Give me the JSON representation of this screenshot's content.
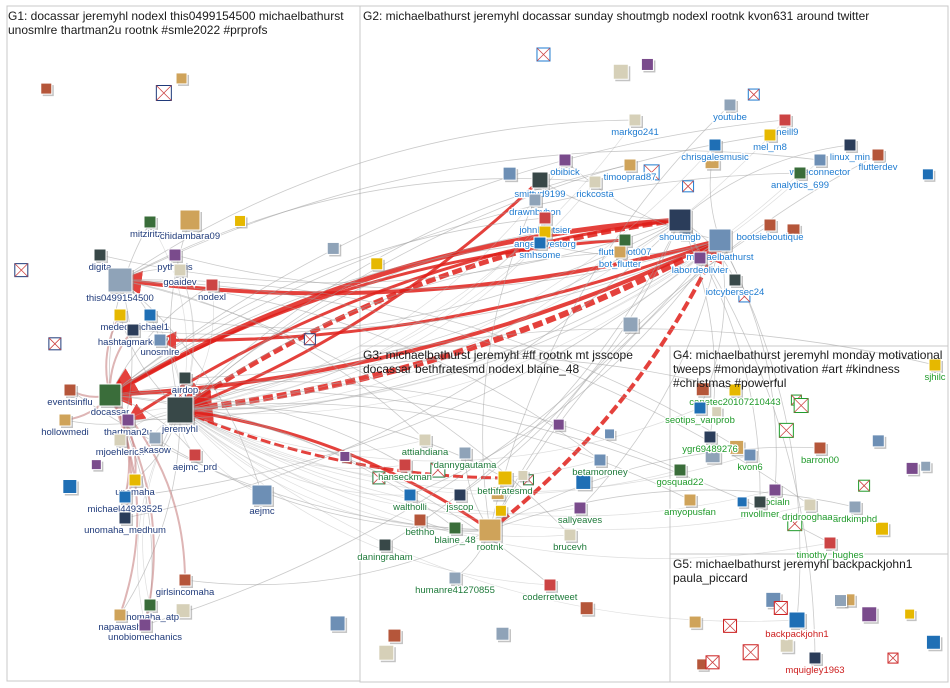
{
  "groups": [
    {
      "id": "G1",
      "label": "G1: docassar jeremyhl nodexl this0499154500 michaelbathurst\nunosmlre thartman2u rootnk #smle2022 #prprofs",
      "color": "#1f3a7a"
    },
    {
      "id": "G2",
      "label": "G2: michaelbathurst jeremyhl docassar sunday shoutmgb nodexl rootnk kvon631 around twitter",
      "color": "#1e7bd0"
    },
    {
      "id": "G3",
      "label": "G3: michaelbathurst jeremyhl #ff rootnk mt jsscope\ndocassar bethfratesmd nodexl blaine_48",
      "color": "#1e7a3a"
    },
    {
      "id": "G4",
      "label": "G4: michaelbathurst jeremyhl monday motivational\ntweeps #mondaymotivation #art #kindness\n#christmas #powerful",
      "color": "#1f9a2a"
    },
    {
      "id": "G5",
      "label": "G5: michaelbathurst jeremyhl backpackjohn1\npaula_piccard",
      "color": "#cc1d1d"
    }
  ],
  "nodes": [
    {
      "label": "mitziritzm",
      "g": "G1"
    },
    {
      "label": "chidambara09",
      "g": "G1"
    },
    {
      "label": "pythonis",
      "g": "G1"
    },
    {
      "label": "digita",
      "g": "G1"
    },
    {
      "label": "goaidev",
      "g": "G1"
    },
    {
      "label": "this0499154500",
      "g": "G1"
    },
    {
      "label": "nodexl",
      "g": "G1"
    },
    {
      "label": "mededbc",
      "g": "G1"
    },
    {
      "label": "michael1",
      "g": "G1"
    },
    {
      "label": "hashtagmarketi7",
      "g": "G1"
    },
    {
      "label": "unosmlre",
      "g": "G1"
    },
    {
      "label": "eventsinflu",
      "g": "G1"
    },
    {
      "label": "docassar",
      "g": "G1"
    },
    {
      "label": "hollowmedi",
      "g": "G1"
    },
    {
      "label": "thartman2u",
      "g": "G1"
    },
    {
      "label": "jeremyhl",
      "g": "G1"
    },
    {
      "label": "mjoehlerich",
      "g": "G1"
    },
    {
      "label": "skasow",
      "g": "G1"
    },
    {
      "label": "aejmc_prd",
      "g": "G1"
    },
    {
      "label": "unomaha",
      "g": "G1"
    },
    {
      "label": "michael44933525",
      "g": "G1"
    },
    {
      "label": "unomaha_medhum",
      "g": "G1"
    },
    {
      "label": "aejmc",
      "g": "G1"
    },
    {
      "label": "girlsincomaha",
      "g": "G1"
    },
    {
      "label": "unomaha_atp",
      "g": "G1"
    },
    {
      "label": "napawash",
      "g": "G1"
    },
    {
      "label": "unobiomechanics",
      "g": "G1"
    },
    {
      "label": "airdop",
      "g": "G1"
    },
    {
      "label": "markgo241",
      "g": "G2"
    },
    {
      "label": "youtube",
      "g": "G2"
    },
    {
      "label": "yneill9",
      "g": "G2"
    },
    {
      "label": "mel_m8",
      "g": "G2"
    },
    {
      "label": "chrisgalesmusic",
      "g": "G2"
    },
    {
      "label": "linux_min",
      "g": "G2"
    },
    {
      "label": "wiseconnector",
      "g": "G2"
    },
    {
      "label": "flutterdev",
      "g": "G2"
    },
    {
      "label": "analytics_699",
      "g": "G2"
    },
    {
      "label": "timooprad87",
      "g": "G2"
    },
    {
      "label": "obibick",
      "g": "G2"
    },
    {
      "label": "smittyd9199",
      "g": "G2"
    },
    {
      "label": "rickcosta",
      "g": "G2"
    },
    {
      "label": "drawnbybon",
      "g": "G2"
    },
    {
      "label": "johnkoetsier",
      "g": "G2"
    },
    {
      "label": "angelinvestorg",
      "g": "G2"
    },
    {
      "label": "smhsome",
      "g": "G2"
    },
    {
      "label": "shoutmgb",
      "g": "G2"
    },
    {
      "label": "michaelbathurst",
      "g": "G2"
    },
    {
      "label": "bootsieboutique",
      "g": "G2"
    },
    {
      "label": "flutterbot007",
      "g": "G2"
    },
    {
      "label": "bot_flutter",
      "g": "G2"
    },
    {
      "label": "labordeolivier",
      "g": "G2"
    },
    {
      "label": "iotcybersec24",
      "g": "G2"
    },
    {
      "label": "attiahdiana",
      "g": "G3"
    },
    {
      "label": "dannygautama",
      "g": "G3"
    },
    {
      "label": "hanseckman",
      "g": "G3"
    },
    {
      "label": "bethfratesmd",
      "g": "G3"
    },
    {
      "label": "waltholli",
      "g": "G3"
    },
    {
      "label": "jsscop",
      "g": "G3"
    },
    {
      "label": "betamoroney",
      "g": "G3"
    },
    {
      "label": "bethho",
      "g": "G3"
    },
    {
      "label": "blaine_48",
      "g": "G3"
    },
    {
      "label": "rootnk",
      "g": "G3"
    },
    {
      "label": "sallyeaves",
      "g": "G3"
    },
    {
      "label": "daningraham",
      "g": "G3"
    },
    {
      "label": "brucevh",
      "g": "G3"
    },
    {
      "label": "humanre41270855",
      "g": "G3"
    },
    {
      "label": "coderretweet",
      "g": "G3"
    },
    {
      "label": "conetec20107210443",
      "g": "G4"
    },
    {
      "label": "seotips_vanprob",
      "g": "G4"
    },
    {
      "label": "ygr69489276",
      "g": "G4"
    },
    {
      "label": "kvon6",
      "g": "G4"
    },
    {
      "label": "barron00",
      "g": "G4"
    },
    {
      "label": "gosquad22",
      "g": "G4"
    },
    {
      "label": "amyopusfan",
      "g": "G4"
    },
    {
      "label": "socialn",
      "g": "G4"
    },
    {
      "label": "mvollmer",
      "g": "G4"
    },
    {
      "label": "drjdrooghaag",
      "g": "G4"
    },
    {
      "label": "ardkimphd",
      "g": "G4"
    },
    {
      "label": "timothy_hughes",
      "g": "G4"
    },
    {
      "label": "sjhilc",
      "g": "G4"
    },
    {
      "label": "backpackjohn1",
      "g": "G5"
    },
    {
      "label": "mquigley1963",
      "g": "G5"
    }
  ]
}
